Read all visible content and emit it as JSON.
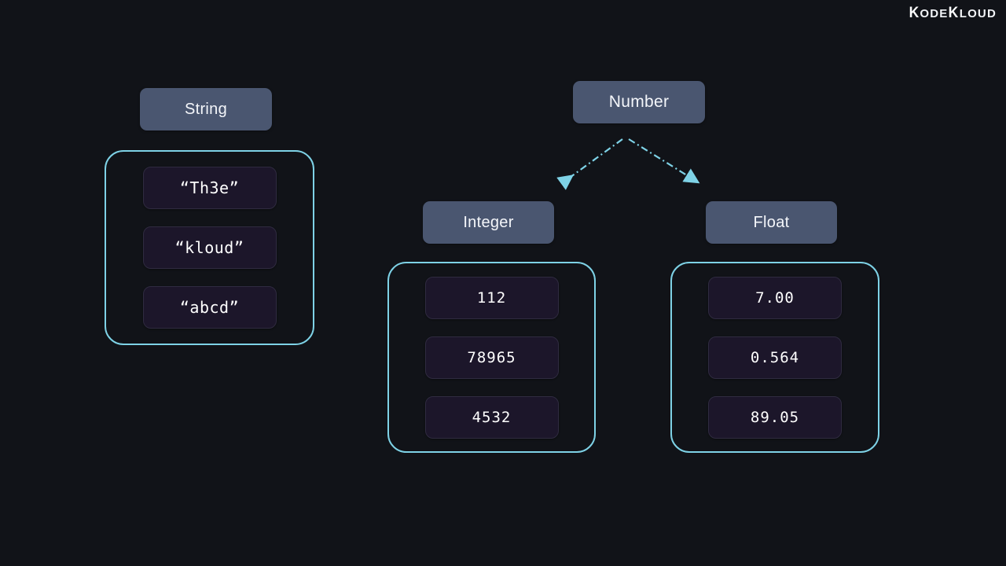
{
  "brand": {
    "name": "KODEKLOUD",
    "part_one": "ODE",
    "part_two": "LOUD",
    "k_glyph": "K",
    "color": "#f2f4f7"
  },
  "theme": {
    "background": "#111318",
    "pill_fill": "#4a5670",
    "group_border": "#7ed2e6",
    "value_fill": "#1c162a",
    "value_border": "#2f2b40",
    "text": "#ffffff",
    "arrow": "#7ed2e6"
  },
  "diagram": {
    "type": "tree",
    "nodes": {
      "string": {
        "label": "String",
        "values": [
          "“Th3e”",
          "“kloud”",
          "“abcd”"
        ]
      },
      "number": {
        "label": "Number"
      },
      "integer": {
        "label": "Integer",
        "values": [
          "112",
          "78965",
          "4532"
        ]
      },
      "float": {
        "label": "Float",
        "values": [
          "7.00",
          "0.564",
          "89.05"
        ]
      }
    },
    "edges": [
      {
        "from": "number",
        "to": "integer",
        "style": "dash-dot",
        "arrowhead": "triangle"
      },
      {
        "from": "number",
        "to": "float",
        "style": "dash-dot",
        "arrowhead": "triangle"
      }
    ]
  }
}
